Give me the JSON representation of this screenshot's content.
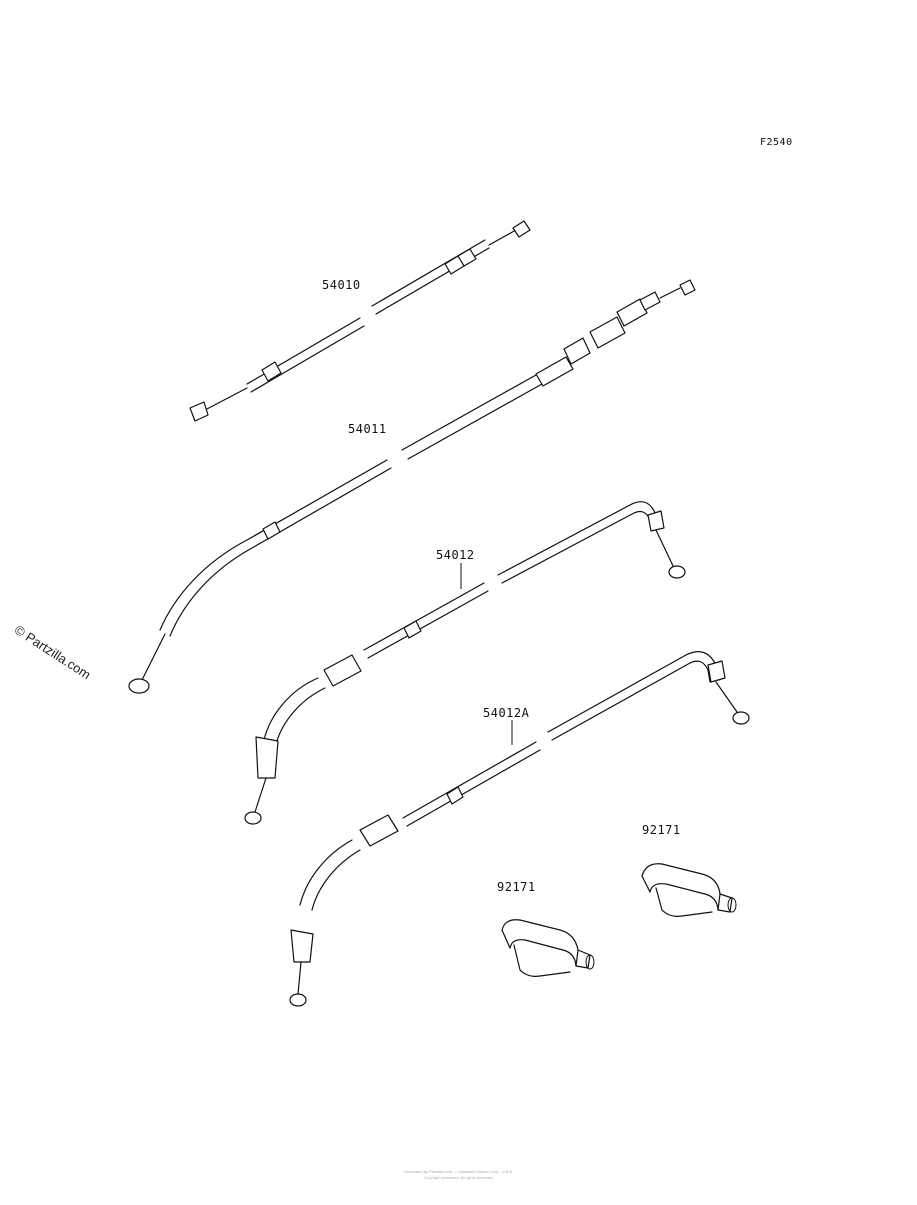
{
  "diagram": {
    "code": "F2540",
    "watermark": "© Partzilla.com",
    "footer_line1": "Generated by Partzilla.com — Kawasaki Motors Corp., U.S.A.",
    "footer_line2": "Copyright protected. All rights reserved."
  },
  "parts": [
    {
      "number": "54010"
    },
    {
      "number": "54011"
    },
    {
      "number": "54012"
    },
    {
      "number": "54012A"
    },
    {
      "number": "92171"
    },
    {
      "number": "92171"
    }
  ]
}
